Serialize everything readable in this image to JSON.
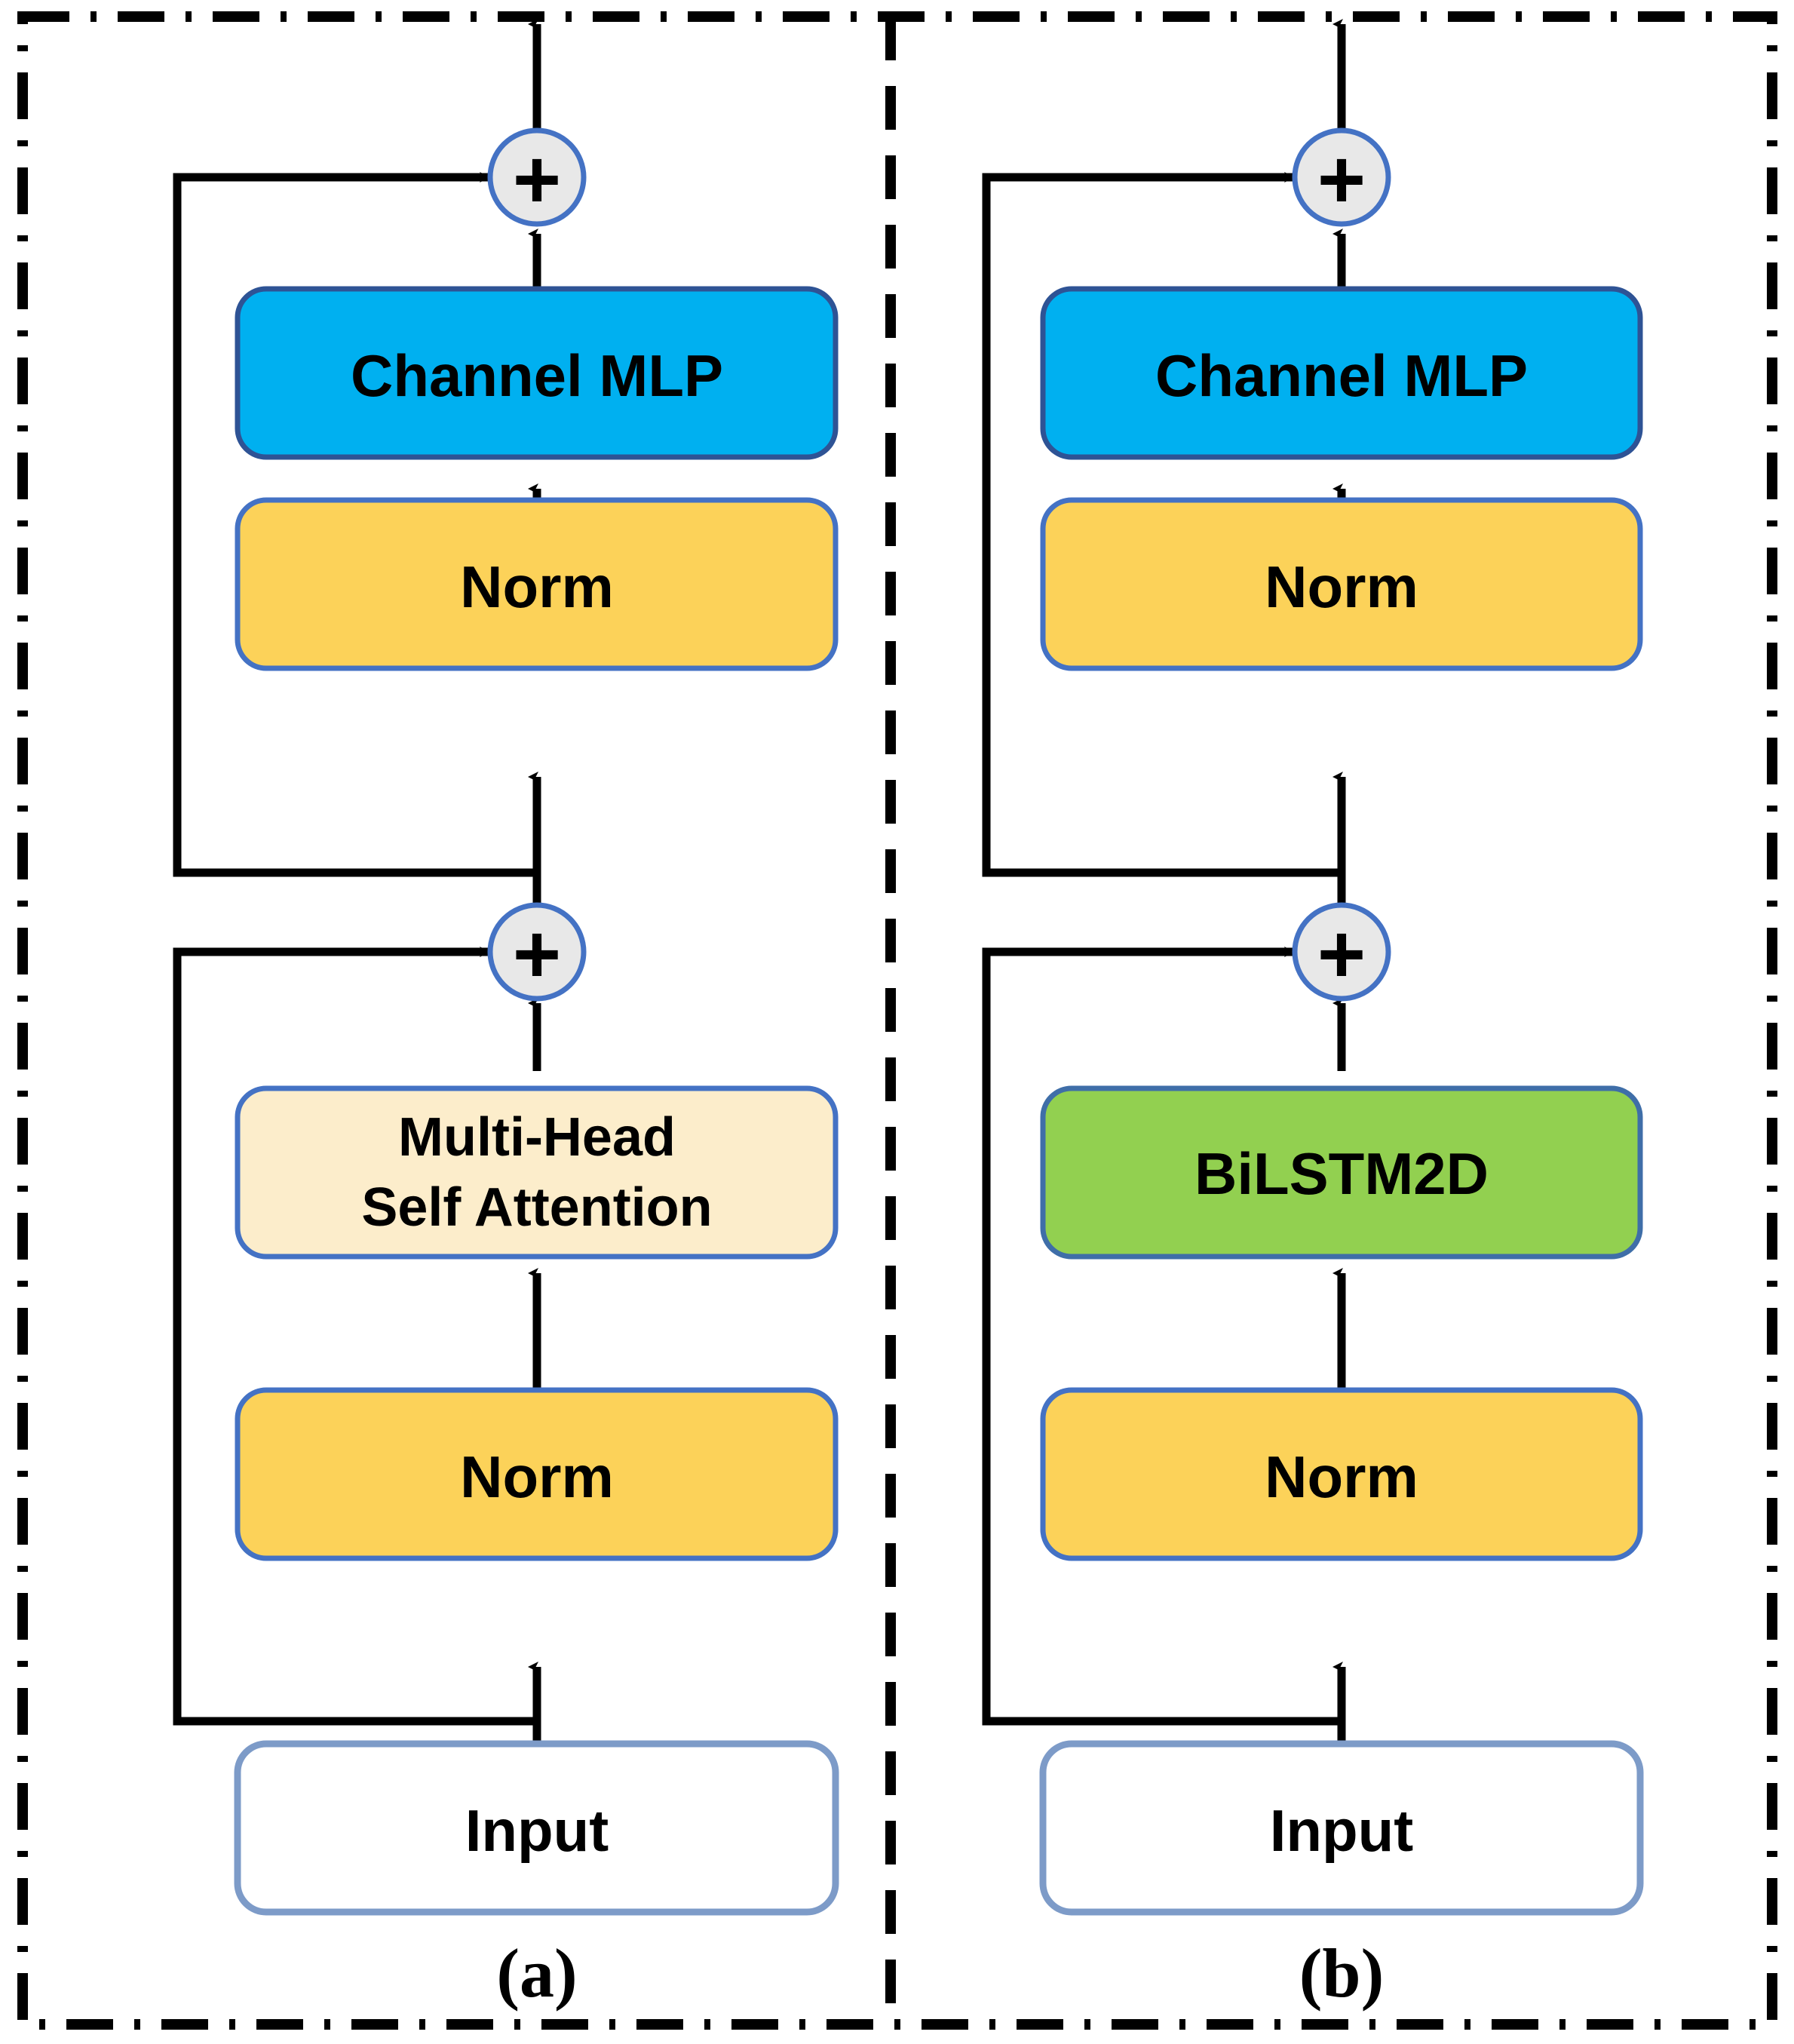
{
  "figure": {
    "type": "block-diagram",
    "description": "Two side-by-side transformer-style encoder block architectures",
    "outer_border_style": "dash-dot",
    "divider_style": "dashed"
  },
  "colors": {
    "channel_mlp_fill": "#00B0F0",
    "channel_mlp_stroke": "#2E5395",
    "norm_fill": "#FCD259",
    "norm_stroke": "#4472C4",
    "attention_fill": "#FCEDCB",
    "attention_stroke": "#4472C4",
    "bilstm_fill": "#92D050",
    "bilstm_stroke": "#3F6EA8",
    "input_fill": "#FFFFFF",
    "input_stroke": "#7D9BC8",
    "adder_fill": "#E8E8E8",
    "adder_stroke": "#4472C4",
    "line_color": "#000000",
    "border_color": "#000000"
  },
  "panels": [
    {
      "id": "panel-a",
      "caption": "(a)",
      "blocks": [
        {
          "id": "a-channel-mlp",
          "label": "Channel MLP",
          "style": "channel_mlp",
          "lines": [
            "Channel MLP"
          ]
        },
        {
          "id": "a-norm-top",
          "label": "Norm",
          "style": "norm",
          "lines": [
            "Norm"
          ]
        },
        {
          "id": "a-attention",
          "label": "Multi-Head Self Attention",
          "style": "attention",
          "lines": [
            "Multi-Head",
            "Self Attention"
          ]
        },
        {
          "id": "a-norm-bottom",
          "label": "Norm",
          "style": "norm",
          "lines": [
            "Norm"
          ]
        },
        {
          "id": "a-input",
          "label": "Input",
          "style": "input",
          "lines": [
            "Input"
          ]
        }
      ],
      "adders": [
        {
          "id": "a-adder-top",
          "symbol": "+"
        },
        {
          "id": "a-adder-bottom",
          "symbol": "+"
        }
      ]
    },
    {
      "id": "panel-b",
      "caption": "(b)",
      "blocks": [
        {
          "id": "b-channel-mlp",
          "label": "Channel MLP",
          "style": "channel_mlp",
          "lines": [
            "Channel MLP"
          ]
        },
        {
          "id": "b-norm-top",
          "label": "Norm",
          "style": "norm",
          "lines": [
            "Norm"
          ]
        },
        {
          "id": "b-bilstm",
          "label": "BiLSTM2D",
          "style": "bilstm",
          "lines": [
            "BiLSTM2D"
          ]
        },
        {
          "id": "b-norm-bottom",
          "label": "Norm",
          "style": "norm",
          "lines": [
            "Norm"
          ]
        },
        {
          "id": "b-input",
          "label": "Input",
          "style": "input",
          "lines": [
            "Input"
          ]
        }
      ],
      "adders": [
        {
          "id": "b-adder-top",
          "symbol": "+"
        },
        {
          "id": "b-adder-bottom",
          "symbol": "+"
        }
      ]
    }
  ]
}
